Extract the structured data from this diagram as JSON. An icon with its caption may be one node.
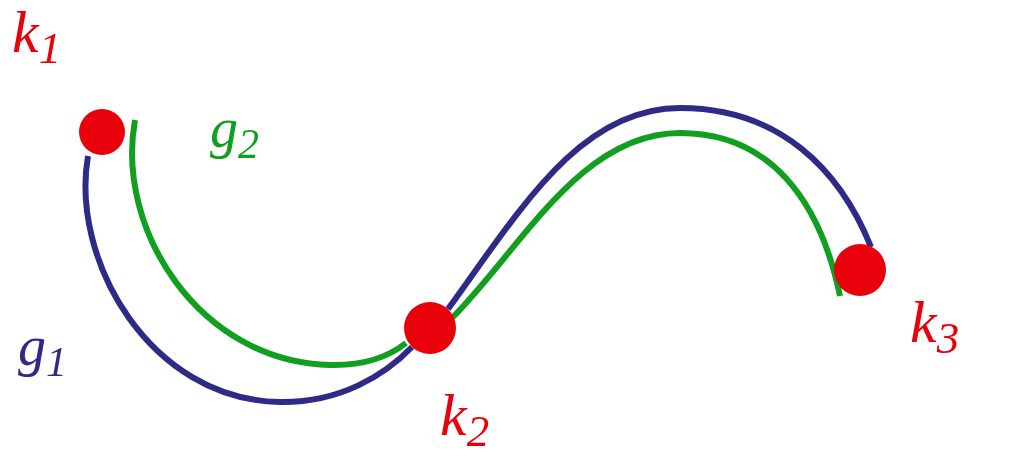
{
  "diagram": {
    "nodes": [
      {
        "text": [],
        "shape": "circle",
        "beside": [
          "k$_{1}$"
        ]
      },
      {
        "text": [],
        "shape": "circle",
        "beside": [
          "k$_{2}$"
        ]
      },
      {
        "text": [],
        "shape": "circle",
        "beside": [
          "k$_{3}$"
        ]
      }
    ],
    "edges": [
      {
        "from": 0,
        "to": 1,
        "arrow": "none",
        "label": "g$_{1}$",
        "color": "#2e2a86"
      },
      {
        "from": 1,
        "to": 2,
        "arrow": "none",
        "color": "#2e2a86"
      },
      {
        "from": 0,
        "to": 1,
        "arrow": "none",
        "label": "g$_{2}$",
        "color": "#119f1f"
      },
      {
        "from": 1,
        "to": 2,
        "arrow": "none",
        "color": "#119f1f"
      }
    ]
  }
}
